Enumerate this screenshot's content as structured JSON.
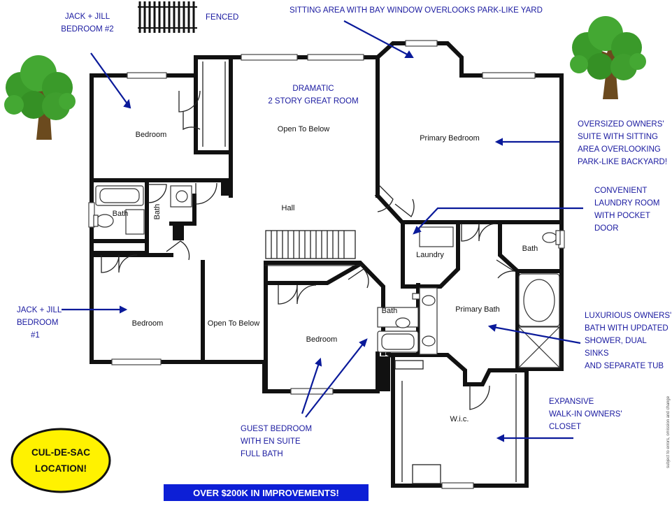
{
  "annotations": {
    "jack_jill_2": [
      "JACK + JILL",
      "BEDROOM #2"
    ],
    "fenced": "FENCED",
    "sitting_area": "SITTING AREA WITH BAY WINDOW OVERLOOKS PARK-LIKE YARD",
    "owners_suite": [
      "OVERSIZED OWNERS'",
      "SUITE WITH SITTING",
      "AREA OVERLOOKING",
      "PARK-LIKE BACKYARD!"
    ],
    "laundry": [
      "CONVENIENT",
      "LAUNDRY ROOM",
      "WITH POCKET",
      "DOOR"
    ],
    "jack_jill_1": [
      "JACK + JILL",
      "BEDROOM",
      "#1"
    ],
    "owners_bath": [
      "LUXURIOUS OWNERS'",
      "BATH WITH UPDATED",
      "SHOWER, DUAL SINKS",
      "AND SEPARATE TUB"
    ],
    "walkin": [
      "EXPANSIVE",
      "WALK-IN OWNERS'",
      "CLOSET"
    ],
    "guest": [
      "GUEST BEDROOM",
      "WITH EN SUITE",
      "FULL BATH"
    ],
    "great_room": [
      "DRAMATIC",
      "2 STORY GREAT ROOM"
    ]
  },
  "rooms": {
    "bedroom2": "Bedroom",
    "open_below_top": "Open To Below",
    "primary_bedroom": "Primary Bedroom",
    "bath_left": "Bath",
    "bath_small": "Bath",
    "hall": "Hall",
    "laundry": "Laundry",
    "bath_primary_wc": "Bath",
    "bedroom1": "Bedroom",
    "open_below_mid": "Open To Below",
    "bedroom_guest": "Bedroom",
    "bath_guest": "Bath",
    "primary_bath": "Primary Bath",
    "wic": "W.i.c."
  },
  "cul_de_sac": [
    "CUL-DE-SAC",
    "LOCATION!"
  ],
  "banner": "OVER $200K IN IMPROVEMENTS!",
  "disclaimer": "subject to errors, omission and change",
  "colors": {
    "annotation_blue": "#1a1aa0",
    "banner_blue": "#0d1fd6",
    "cul_de_sac_yellow": "#fff200",
    "tree_green": "#3a9a2a"
  }
}
